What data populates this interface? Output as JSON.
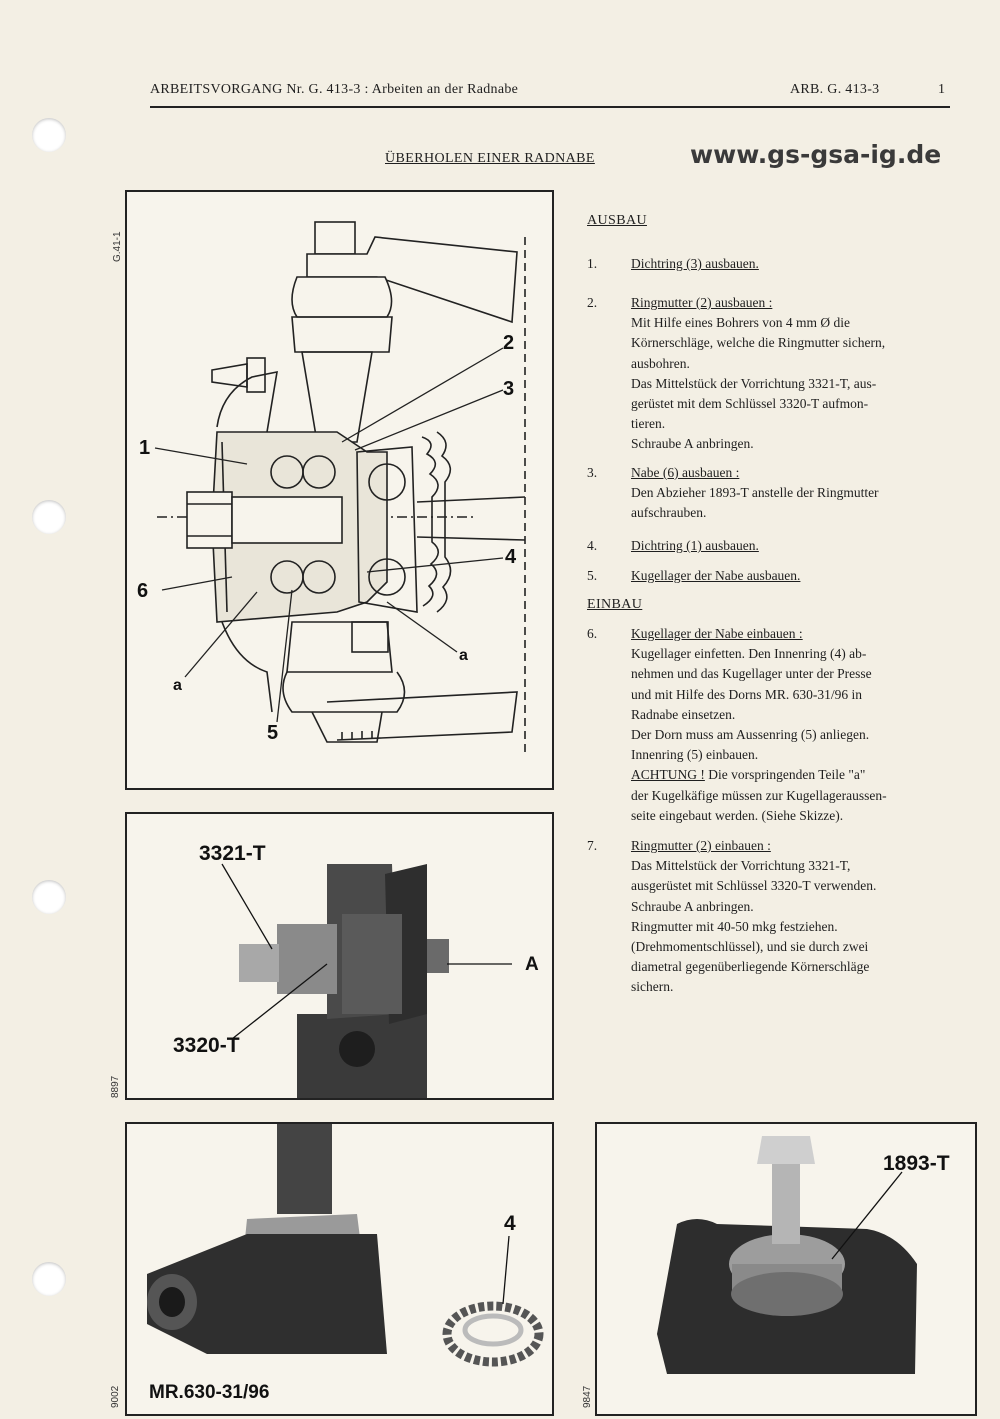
{
  "header": {
    "left": "ARBEITSVORGANG Nr. G. 413-3 : Arbeiten an der Radnabe",
    "right": "ARB. G. 413-3",
    "page": "1"
  },
  "title": "ÜBERHOLEN EINER RADNABE",
  "website": "www.gs-gsa-ig.de",
  "figure1": {
    "side_code": "G.41-1",
    "labels": {
      "l1": "1",
      "l2": "2",
      "l3": "3",
      "l4": "4",
      "l5": "5",
      "l6": "6",
      "a_left": "a",
      "a_right": "a"
    }
  },
  "figure2": {
    "side_code": "8897",
    "tool_top": "3321-T",
    "tool_bottom": "3320-T",
    "label_a": "A"
  },
  "figure3": {
    "side_code": "9002",
    "part": "4",
    "tool": "MR.630-31/96"
  },
  "figure4": {
    "side_code": "9847",
    "tool": "1893-T"
  },
  "ausbau": {
    "title": "AUSBAU",
    "steps": [
      {
        "num": "1.",
        "head": "Dichtring (3) ausbauen.",
        "lines": []
      },
      {
        "num": "2.",
        "head": "Ringmutter (2) ausbauen :",
        "lines": [
          "Mit Hilfe eines Bohrers von 4 mm Ø die",
          "Körnerschläge, welche die Ringmutter sichern,",
          "ausbohren.",
          "Das Mittelstück der Vorrichtung 3321-T, aus-",
          "gerüstet mit dem Schlüssel 3320-T aufmon-",
          "tieren.",
          "Schraube A anbringen."
        ]
      },
      {
        "num": "3.",
        "head": "Nabe (6) ausbauen :",
        "lines": [
          "Den Abzieher 1893-T anstelle der Ringmutter",
          "aufschrauben."
        ]
      },
      {
        "num": "4.",
        "head": "Dichtring (1) ausbauen.",
        "lines": []
      },
      {
        "num": "5.",
        "head": "Kugellager der Nabe ausbauen.",
        "lines": []
      }
    ]
  },
  "einbau": {
    "title": "EINBAU",
    "step6": {
      "num": "6.",
      "head": "Kugellager der Nabe einbauen :",
      "lines": [
        "Kugellager einfetten. Den Innenring (4) ab-",
        "nehmen und das Kugellager unter der Presse",
        "und mit Hilfe des Dorns MR. 630-31/96 in",
        "Radnabe einsetzen.",
        "Der Dorn muss am Aussenring (5) anliegen.",
        "Innenring (5) einbauen."
      ],
      "attention": "ACHTUNG !",
      "att_rest": " Die vorspringenden Teile \"a\"",
      "att_lines": [
        "der Kugelkäfige müssen zur Kugellageraussen-",
        "seite eingebaut werden. (Siehe Skizze)."
      ]
    },
    "step7": {
      "num": "7.",
      "head": "Ringmutter (2) einbauen :",
      "lines": [
        "Das Mittelstück der Vorrichtung 3321-T,",
        "ausgerüstet mit Schlüssel 3320-T verwenden.",
        "Schraube A anbringen.",
        "Ringmutter mit 40-50 mkg festziehen.",
        "(Drehmomentschlüssel), und sie durch zwei",
        "diametral gegenüberliegende Körnerschläge",
        "sichern."
      ]
    }
  }
}
